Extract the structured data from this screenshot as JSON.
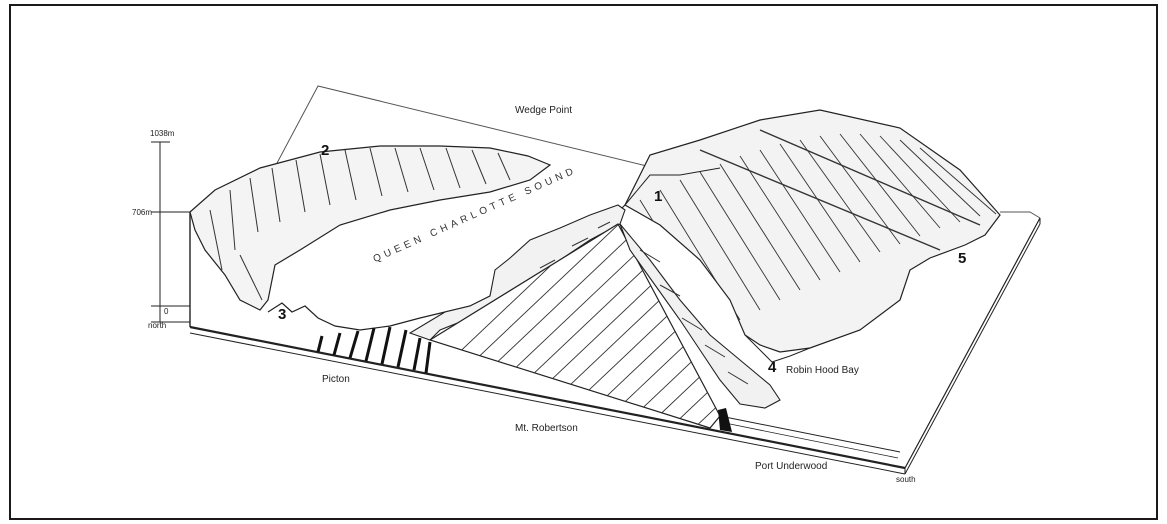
{
  "diagram": {
    "labels": {
      "wedge_point": "Wedge Point",
      "queen_charlotte_sound": "QUEEN CHARLOTTE SOUND",
      "picton": "Picton",
      "mt_robertson": "Mt. Robertson",
      "robin_hood_bay": "Robin Hood Bay",
      "port_underwood": "Port Underwood",
      "north": "north",
      "south": "south"
    },
    "scale": {
      "top": "1038m",
      "mid": "706m",
      "bottom": "0"
    },
    "markers": [
      "1",
      "2",
      "3",
      "4",
      "5"
    ]
  }
}
